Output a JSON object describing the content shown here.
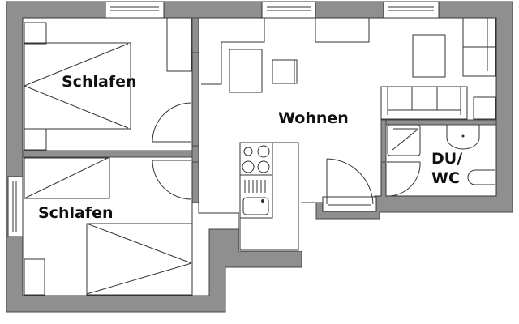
{
  "floorplan": {
    "colors": {
      "wall": "#8f8f8f",
      "line": "#333333",
      "floor": "#ffffff",
      "text": "#111111"
    },
    "rooms": [
      {
        "id": "bedroom-1",
        "label": "Schlafen"
      },
      {
        "id": "living",
        "label": "Wohnen"
      },
      {
        "id": "bedroom-2",
        "label": "Schlafen"
      },
      {
        "id": "bathroom",
        "label_line1": "DU/",
        "label_line2": "WC"
      }
    ]
  }
}
